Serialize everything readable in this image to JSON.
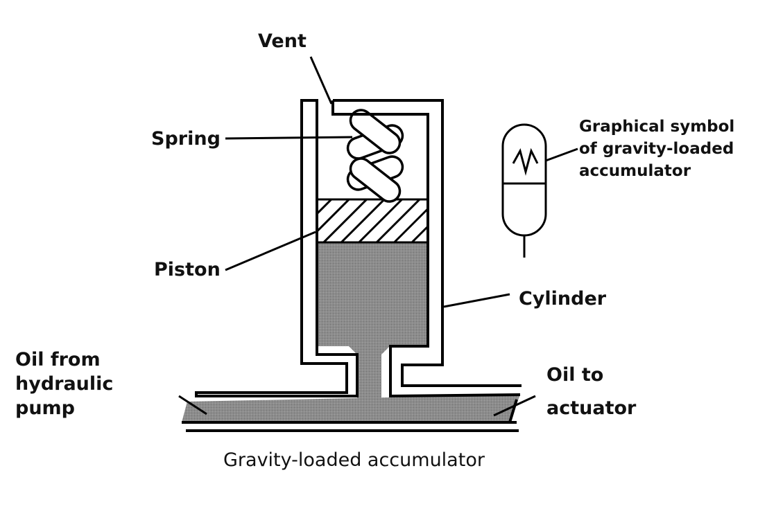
{
  "labels": {
    "vent": "Vent",
    "spring": "Spring",
    "piston": "Piston",
    "cylinder": "Cylinder",
    "oil_from_line1": "Oil from",
    "oil_from_line2": "hydraulic",
    "oil_from_line3": "pump",
    "oil_to_line1": "Oil to",
    "oil_to_line2": "actuator",
    "symbol_line1": "Graphical symbol",
    "symbol_line2": "of gravity-loaded",
    "symbol_line3": "accumulator"
  },
  "caption": "Gravity-loaded accumulator",
  "colors": {
    "line": "#000000",
    "oil_fill": "#8c8c8c",
    "background": "#ffffff"
  }
}
